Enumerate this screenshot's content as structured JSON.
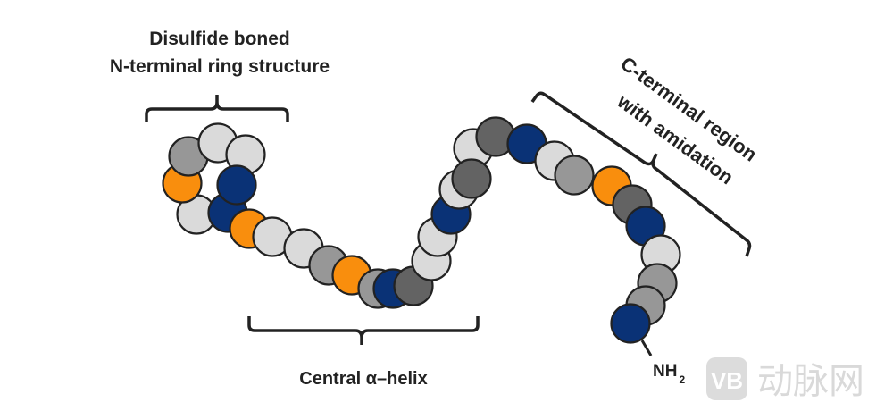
{
  "labels": {
    "ring_line1": "Disulfide boned",
    "ring_line2": "N-terminal ring structure",
    "helix": "Central α–helix",
    "cterm_line1": "C-terminal region",
    "cterm_line2": "with amidation",
    "nh": "NH",
    "nh_sub": "2"
  },
  "watermark": {
    "logo": "VB",
    "text": "动脉网"
  },
  "colors": {
    "navy": "#0a3276",
    "orange": "#f98e0d",
    "light": "#dadada",
    "mid": "#979797",
    "dark": "#636363",
    "outline": "#222222"
  },
  "residues": [
    "orange",
    "mid",
    "light",
    "light",
    "navy",
    "light",
    "navy",
    "orange",
    "light",
    "light",
    "mid",
    "orange",
    "mid",
    "navy",
    "dark",
    "light",
    "light",
    "navy",
    "light",
    "dark",
    "light",
    "dark",
    "navy",
    "light",
    "mid",
    "orange",
    "dark",
    "navy",
    "light",
    "mid",
    "mid",
    "navy"
  ]
}
